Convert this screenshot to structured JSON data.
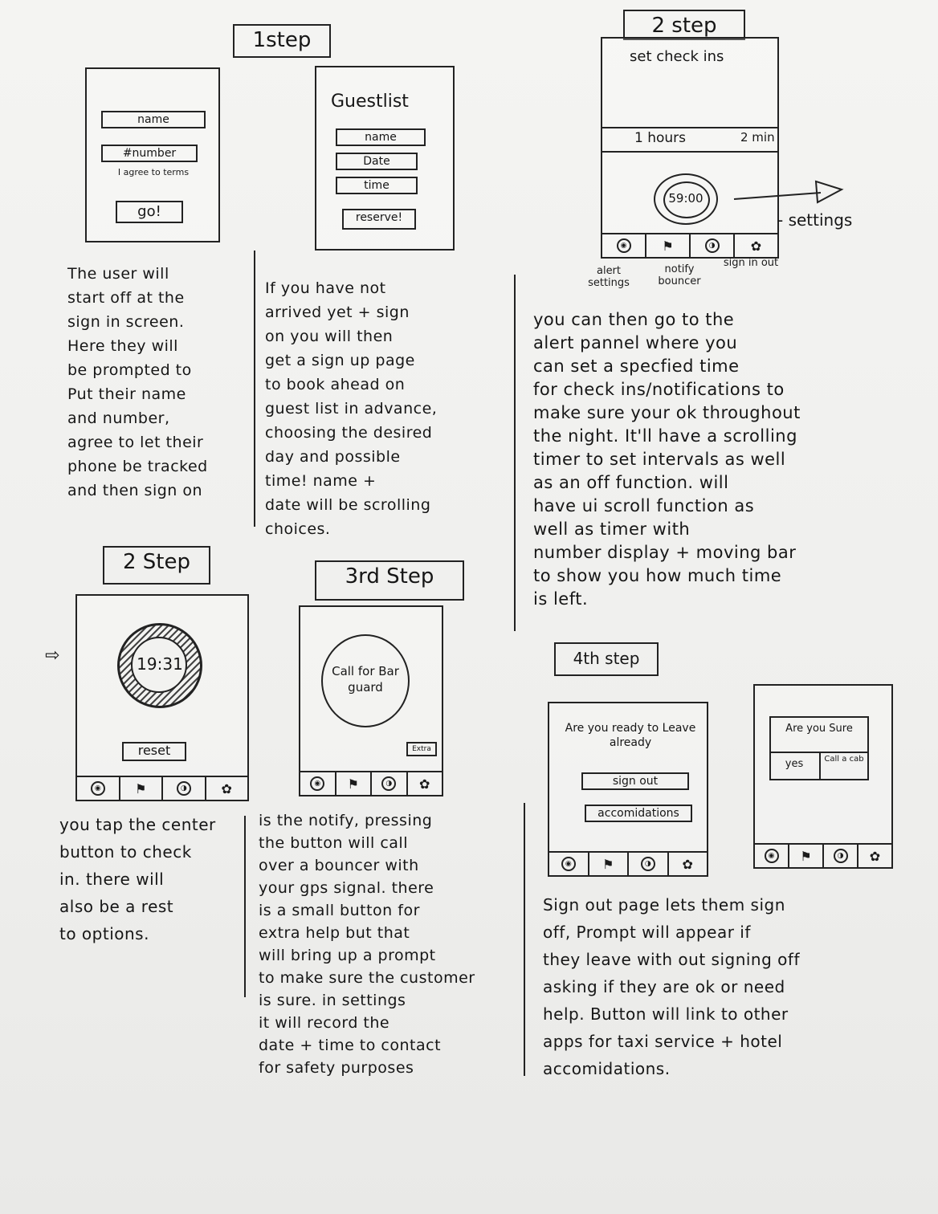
{
  "step1": {
    "title": "1step",
    "signin": {
      "name": "name",
      "number": "#number",
      "agree": "I agree to terms",
      "go": "go!"
    },
    "guestlist": {
      "title": "Guestlist",
      "name": "name",
      "date": "Date",
      "time": "time",
      "reserve": "reserve!"
    },
    "note_left": "The user will\nstart off at the\nsign in screen.\nHere they will\nbe prompted to\nPut their name\nand number,\nagree to let their\nphone be tracked\nand then sign on",
    "note_right": "If you have not\narrived yet + sign\non you will then\nget a sign up page\nto book ahead on\nguest list in advance,\nchoosing the desired\nday and possible\ntime! name +\ndate will be scrolling\nchoices."
  },
  "step2_top": {
    "title": "2 step",
    "header": "set check ins",
    "hours": "1 hours",
    "min": "2 min",
    "timer": "59:00",
    "settings_label": "- settings",
    "tab_labels": [
      "alert settings",
      "notify bouncer",
      "sign in out"
    ],
    "note": "you can then go to the\nalert pannel where you\ncan set a specfied time\nfor check ins/notifications to\nmake sure your ok throughout\nthe night. It'll have a scrolling\ntimer to set intervals as well\nas an off function. will\nhave ui scroll function as\nwell as timer with\nnumber display + moving bar\nto show you how much time\nis left."
  },
  "step2_bottom": {
    "title": "2 Step",
    "timer": "19:31",
    "reset": "reset",
    "note": "you tap the center\nbutton to check\nin. there will\nalso be a rest\nto options."
  },
  "step3": {
    "title": "3rd Step",
    "call": "Call for Bar guard",
    "extra": "Extra",
    "note": "is the notify, pressing\nthe button will call\nover a bouncer with\nyour gps signal. there\nis a small button for\nextra help but that\nwill bring up a prompt\nto make sure the customer\nis sure. in settings\nit will record the\ndate + time to contact\nfor safety purposes"
  },
  "step4": {
    "title": "4th step",
    "ready": "Are you ready to Leave already",
    "signout": "sign out",
    "accom": "accomidations",
    "are_you": "Are you Sure",
    "yes": "yes",
    "call": "Call a cab",
    "note": "Sign out page lets them sign\noff, Prompt will appear if\nthey leave with out signing off\nasking if they are ok or need\nhelp. Button will link to other\napps for taxi service + hotel\naccomidations."
  }
}
